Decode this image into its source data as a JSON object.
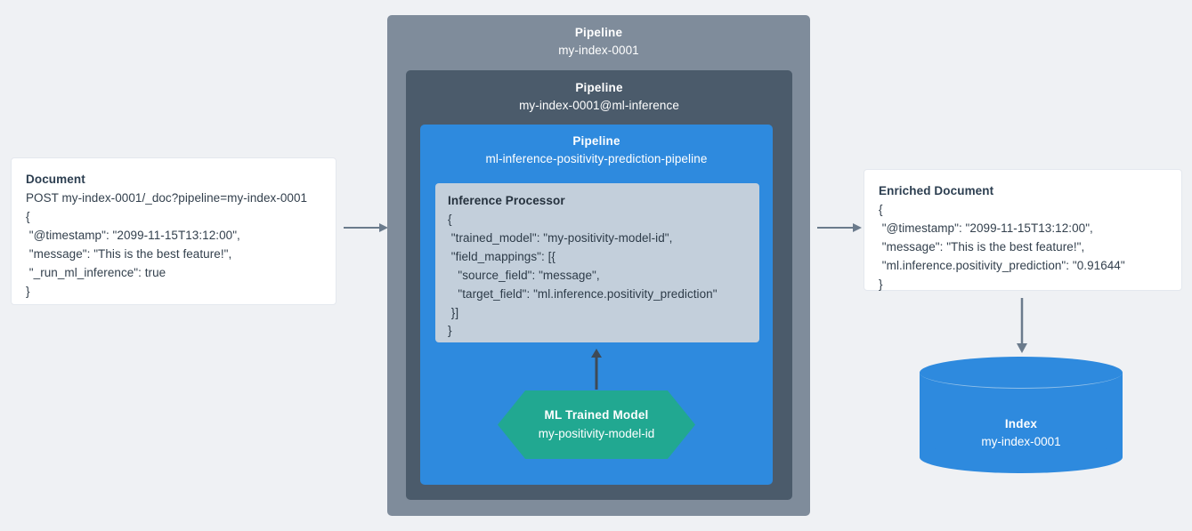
{
  "diagram": {
    "background_color": "#eff1f4",
    "accent_blue": "#2e8ade",
    "accent_green": "#21a891",
    "slate_outer": "#7f8c9b",
    "slate_middle": "#4b5b6b",
    "processor_panel": "#c3cfdb",
    "arrow_color": "#6b7b8c"
  },
  "source_document": {
    "title": "Document",
    "lines": [
      "POST my-index-0001/_doc?pipeline=my-index-0001",
      "{",
      " \"@timestamp\": \"2099-11-15T13:12:00\",",
      " \"message\": \"This is the best feature!\",",
      " \"_run_ml_inference\": true",
      "}"
    ]
  },
  "pipeline_outer": {
    "label": "Pipeline",
    "name": "my-index-0001"
  },
  "pipeline_middle": {
    "label": "Pipeline",
    "name": "my-index-0001@ml-inference"
  },
  "pipeline_inner": {
    "label": "Pipeline",
    "name": "ml-inference-positivity-prediction-pipeline"
  },
  "inference_processor": {
    "title": "Inference Processor",
    "lines": [
      "{",
      " \"trained_model\": \"my-positivity-model-id\",",
      " \"field_mappings\": [{",
      "   \"source_field\": \"message\",",
      "   \"target_field\": \"ml.inference.positivity_prediction\"",
      " }]",
      "}"
    ]
  },
  "ml_model": {
    "title": "ML Trained Model",
    "name": "my-positivity-model-id"
  },
  "enriched_document": {
    "title": "Enriched Document",
    "lines": [
      "{",
      " \"@timestamp\": \"2099-11-15T13:12:00\",",
      " \"message\": \"This is the best feature!\",",
      " \"ml.inference.positivity_prediction\": \"0.91644\"",
      "}"
    ]
  },
  "index_store": {
    "title": "Index",
    "name": "my-index-0001"
  },
  "arrows": [
    {
      "name": "document-to-pipeline",
      "direction": "right"
    },
    {
      "name": "pipeline-to-enriched-document",
      "direction": "right"
    },
    {
      "name": "model-to-processor",
      "direction": "up"
    },
    {
      "name": "enriched-document-to-index",
      "direction": "down"
    }
  ]
}
